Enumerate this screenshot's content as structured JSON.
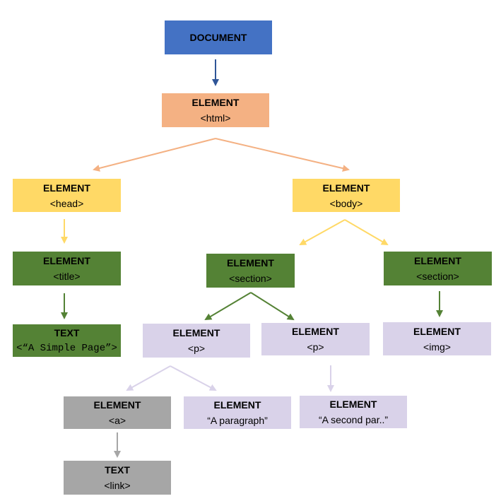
{
  "nodes": {
    "document": {
      "title": "DOCUMENT",
      "sub": ""
    },
    "html": {
      "title": "ELEMENT",
      "sub": "<html>"
    },
    "head": {
      "title": "ELEMENT",
      "sub": "<head>"
    },
    "body": {
      "title": "ELEMENT",
      "sub": "<body>"
    },
    "title": {
      "title": "ELEMENT",
      "sub": "<title>"
    },
    "section1": {
      "title": "ELEMENT",
      "sub": "<section>"
    },
    "section2": {
      "title": "ELEMENT",
      "sub": "<section>"
    },
    "text_title": {
      "title": "TEXT",
      "sub": "<“A Simple Page”>"
    },
    "p1": {
      "title": "ELEMENT",
      "sub": "<p>"
    },
    "p2": {
      "title": "ELEMENT",
      "sub": "<p>"
    },
    "img": {
      "title": "ELEMENT",
      "sub": "<img>"
    },
    "a": {
      "title": "ELEMENT",
      "sub": "<a>"
    },
    "paragraph": {
      "title": "ELEMENT",
      "sub": "“A paragraph”"
    },
    "second_par": {
      "title": "ELEMENT",
      "sub": "“A second par..”"
    },
    "text_link": {
      "title": "TEXT",
      "sub": "<link>"
    }
  },
  "colors": {
    "document": "#4472c4",
    "html": "#f4b183",
    "head_body": "#ffd966",
    "green": "#548235",
    "lilac": "#d9d2e9",
    "gray": "#a6a6a6",
    "arrow_blue": "#2f5597",
    "arrow_orange": "#f4b183",
    "arrow_yellow": "#ffd966",
    "arrow_green": "#548235",
    "arrow_lilac": "#d9d2e9",
    "arrow_gray": "#a6a6a6"
  }
}
